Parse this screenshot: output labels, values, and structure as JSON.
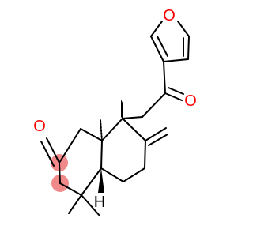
{
  "molecule": {
    "atoms": {
      "furan_oxygen": "O",
      "ketone_oxygen": "O",
      "ring_ketone_oxygen": "O",
      "stereo_hydrogen": "H"
    },
    "colors": {
      "bond": "#000000",
      "oxygen": "#ff0000",
      "hydrogen": "#000000",
      "highlight": "#f08a8a"
    }
  }
}
